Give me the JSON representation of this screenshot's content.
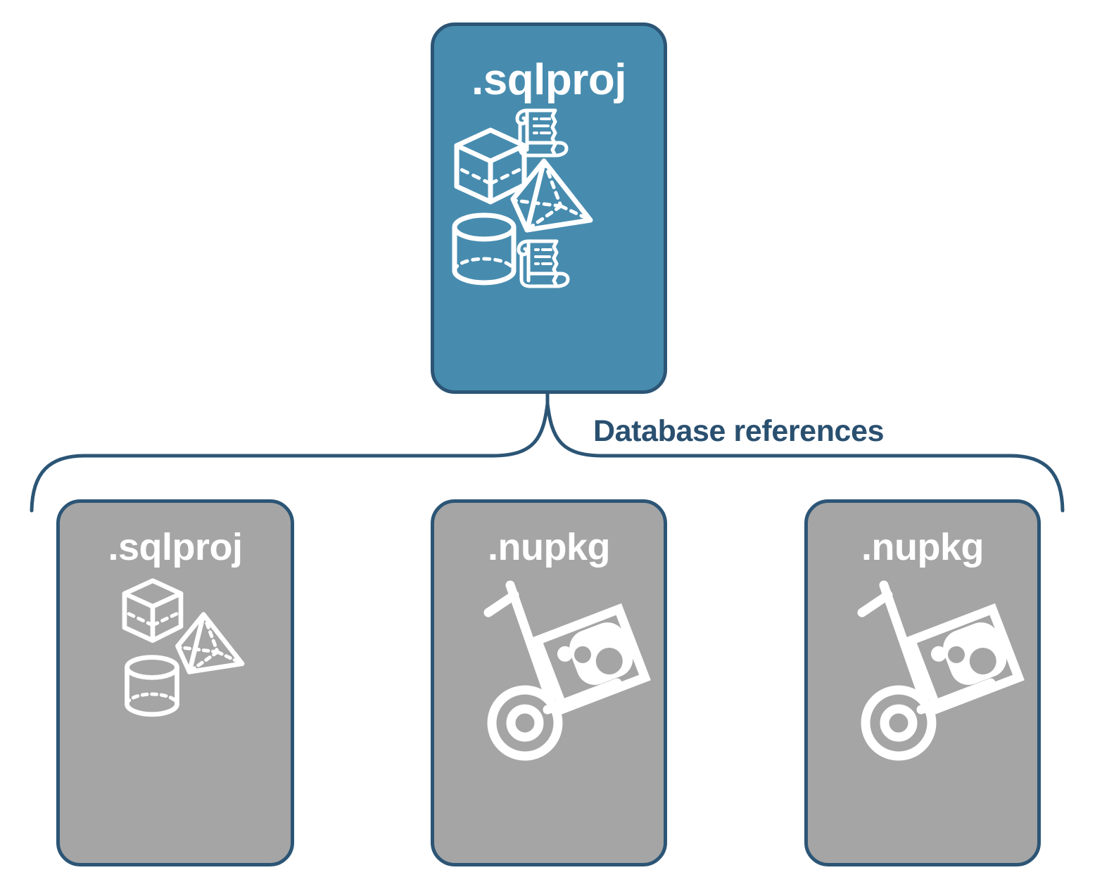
{
  "diagram": {
    "title": "Database references",
    "colors": {
      "primary_fill": "#478caf",
      "secondary_fill": "#a5a5a5",
      "stroke": "#2c5575",
      "label_text": "#2a5070",
      "icon": "#ffffff",
      "background": "#ffffff"
    },
    "connector": {
      "label": "Database references",
      "style": "curly-brace"
    },
    "root": {
      "label": ".sqlproj",
      "fill": "primary",
      "icons": [
        "cube-icon",
        "scroll-icon",
        "pyramid-icon",
        "cylinder-icon",
        "scroll-icon"
      ]
    },
    "references": [
      {
        "label": ".sqlproj",
        "fill": "secondary",
        "icons": [
          "cube-icon",
          "pyramid-icon",
          "cylinder-icon"
        ]
      },
      {
        "label": ".nupkg",
        "fill": "secondary",
        "icons": [
          "hand-truck-package-icon"
        ]
      },
      {
        "label": ".nupkg",
        "fill": "secondary",
        "icons": [
          "hand-truck-package-icon"
        ]
      }
    ]
  }
}
